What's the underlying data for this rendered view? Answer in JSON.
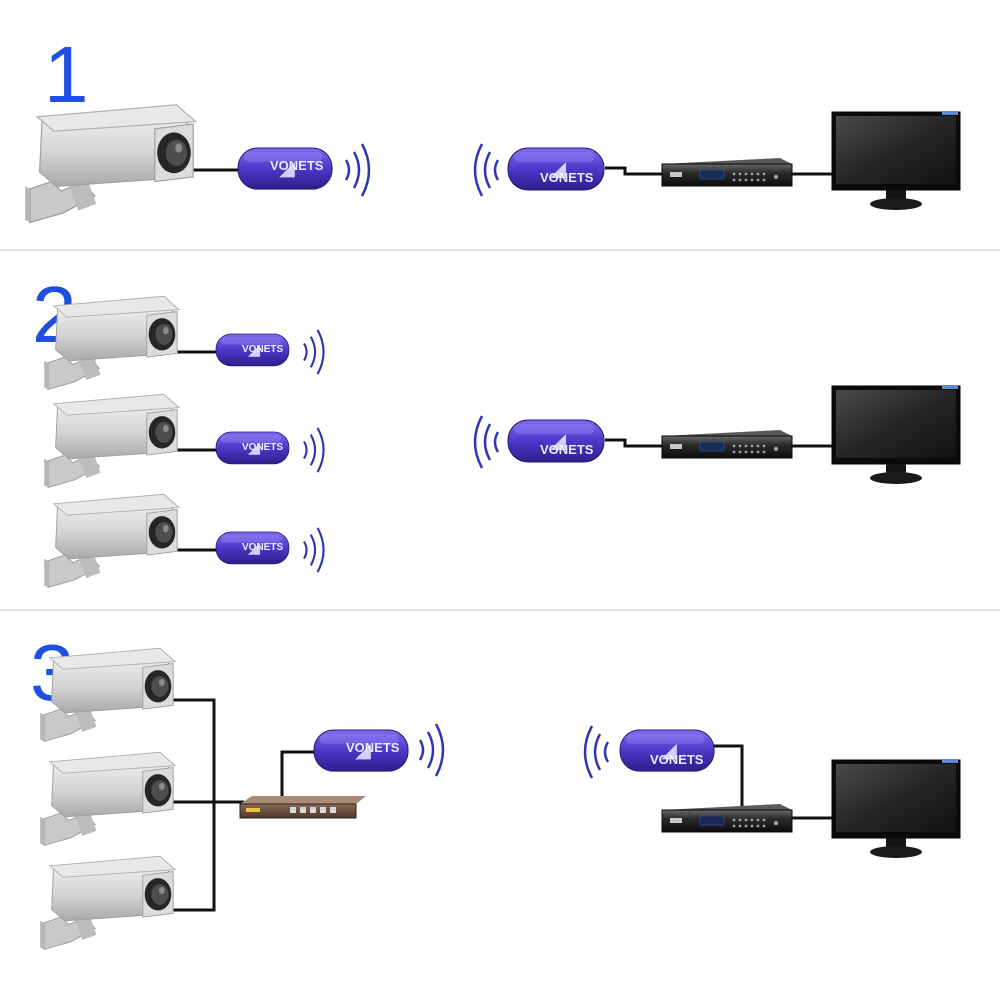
{
  "panels": [
    {
      "number": "1"
    },
    {
      "number": "2"
    },
    {
      "number": "3"
    }
  ],
  "device": {
    "brand": "VONETS"
  },
  "icons": {
    "camera": "cctv-camera-icon",
    "bridge": "wifi-bridge-dongle-icon",
    "signal": "wireless-signal-icon",
    "nvr": "network-video-recorder-icon",
    "monitor": "lcd-monitor-icon",
    "switch": "network-switch-icon"
  },
  "colors": {
    "accent": "#1f4fe0",
    "device": "#4b38c9",
    "signal": "#2f35b0",
    "cable": "#111111",
    "divider": "#d8d8d8"
  }
}
